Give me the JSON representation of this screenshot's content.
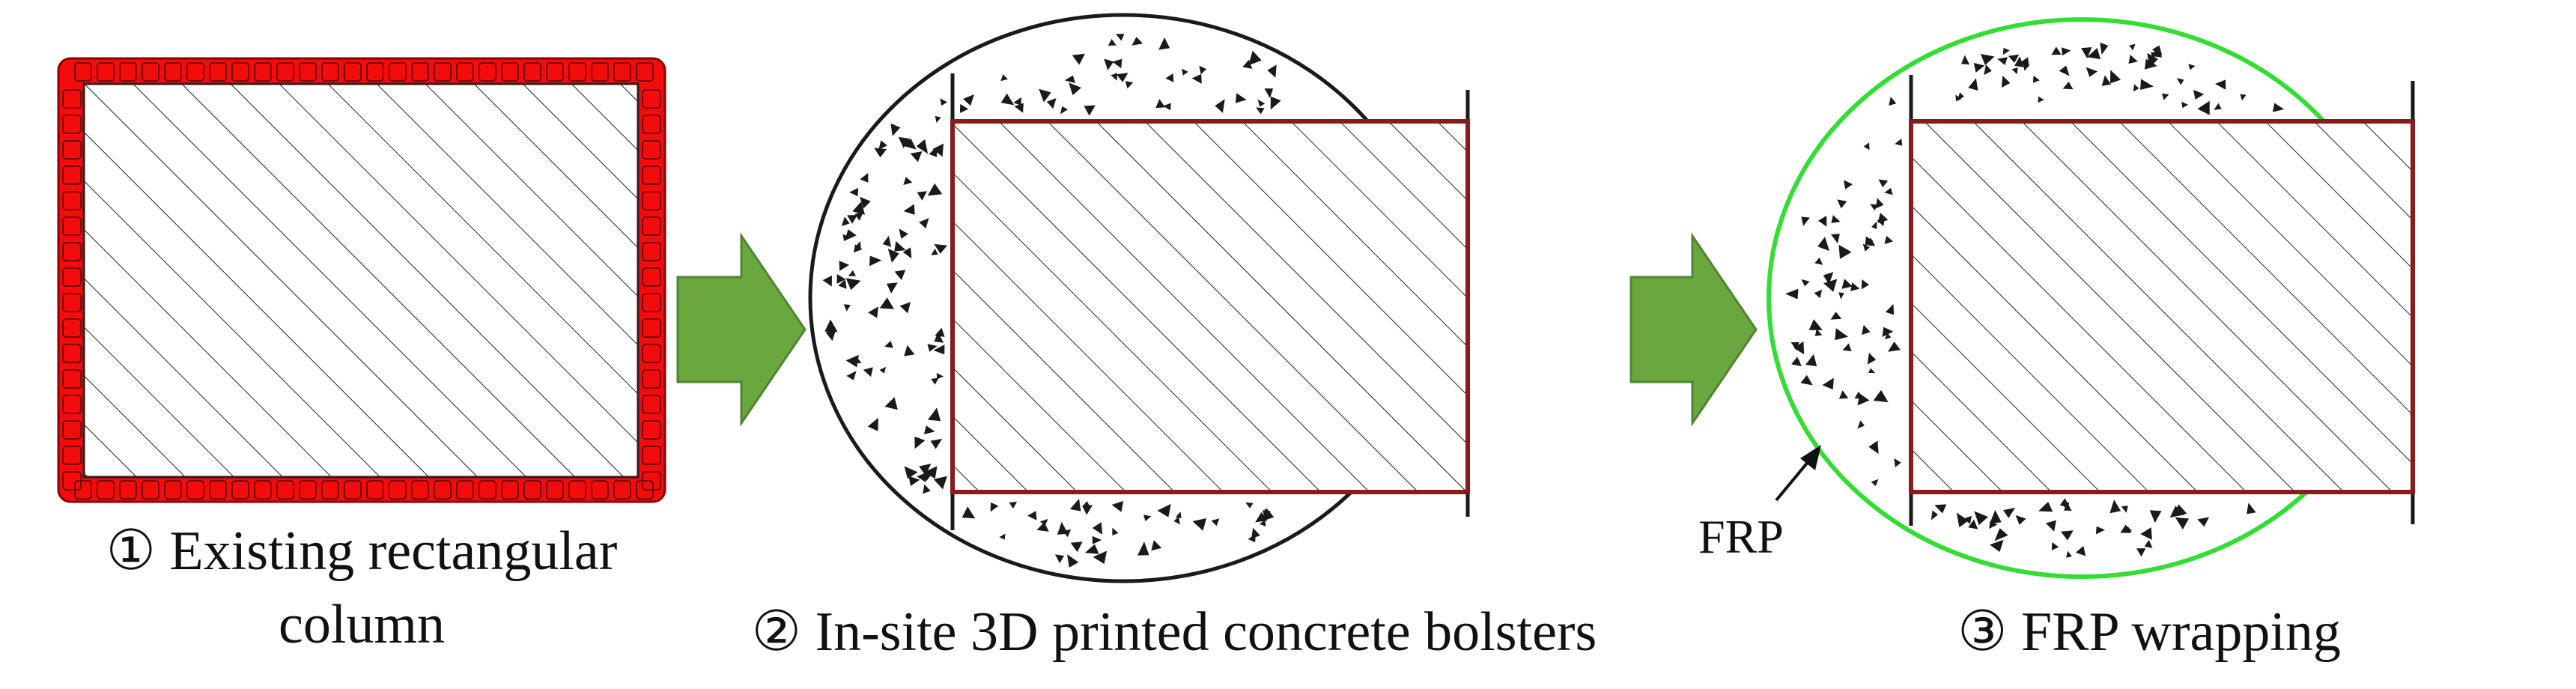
{
  "colors": {
    "steel_red": "#f20c0c",
    "column_outline": "#8b1a1a",
    "arrow_green": "#6aa73f",
    "arrow_green_dark": "#4f8530",
    "frp_green": "#33dd33",
    "ink": "#1a1a1a"
  },
  "steps": [
    {
      "caption_line1": "① Existing rectangular",
      "caption_line2": "column"
    },
    {
      "caption_line1": "② In-site 3D printed concrete bolsters"
    },
    {
      "caption_line1": "③ FRP wrapping"
    }
  ],
  "frp_label": "FRP"
}
